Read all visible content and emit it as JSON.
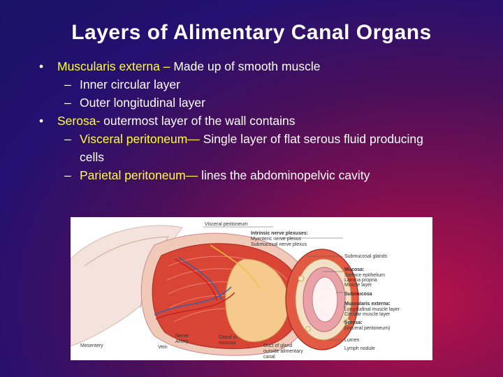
{
  "slide": {
    "title": "Layers of Alimentary Canal Organs",
    "bullets": [
      {
        "marker": "•",
        "term": "Muscularis externa –",
        "text": " Made up of smooth muscle",
        "subs": [
          {
            "marker": "–",
            "text": "Inner circular layer"
          },
          {
            "marker": "–",
            "text": "Outer longitudinal layer"
          }
        ]
      },
      {
        "marker": "•",
        "term": "Serosa-",
        "text": " outermost layer of the wall contains",
        "subs": [
          {
            "marker": "–",
            "term": "Visceral peritoneum—",
            "text": " Single layer of flat serous fluid producing cells"
          },
          {
            "marker": "–",
            "term": "Parietal peritoneum—",
            "text": " lines the abdominopelvic cavity"
          }
        ]
      }
    ]
  },
  "figure": {
    "labels": {
      "visceral_peritoneum": "Visceral peritoneum",
      "intrinsic_nerve": "Intrinsic nerve plexuses:",
      "myenteric": "Myenteric nerve plexus",
      "submucosal_plexus": "Submucosal nerve plexus",
      "submucosal_glands": "Submucosal glands",
      "mucosa": "Mucosa:",
      "surface_epithelium": "Surface epithelium",
      "lamina_propria": "Lamina propria",
      "muscle_layer": "Muscle layer",
      "submucosa": "Submucosa",
      "muscularis_externa": "Muscularis externa:",
      "longitudinal": "Longitudinal muscle layer",
      "circular": "Circular muscle layer",
      "serosa": "Serosa:",
      "serosa_sub": "(visceral peritoneum)",
      "lumen": "Lumen",
      "lymph_nodule": "Lymph nodule",
      "nerve": "Nerve",
      "artery": "Artery",
      "vein": "Vein",
      "mesentery": "Mesentery",
      "gland_in_mucosa_1": "Gland in",
      "gland_in_mucosa_2": "mucosa",
      "duct_1": "Duct of gland",
      "duct_2": "outside alimentary",
      "duct_3": "canal"
    }
  }
}
